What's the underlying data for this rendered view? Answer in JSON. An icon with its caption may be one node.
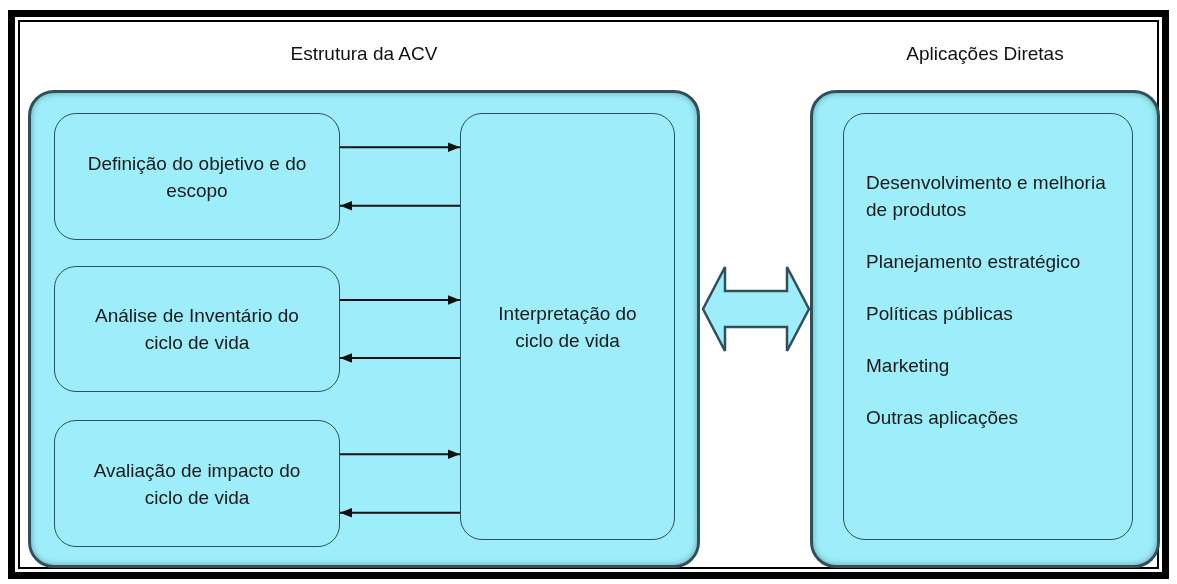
{
  "diagram": {
    "nodes": [
      {
        "text": [
          "Estrutura da ACV"
        ]
      },
      {
        "text": [
          "Definição do objetivo e do escopo"
        ],
        "in": 0
      },
      {
        "text": [
          "Análise de Inventário do ciclo de vida"
        ],
        "in": 0
      },
      {
        "text": [
          "Avaliação de impacto do ciclo de vida"
        ],
        "in": 0
      },
      {
        "text": [
          "Interpretação do ciclo de vida"
        ],
        "in": 0
      },
      {
        "text": [
          "Aplicações Diretas"
        ]
      },
      {
        "text": [
          "Desenvolvimento e melhoria de produtos",
          "Planejamento estratégico",
          "Políticas públicas",
          "Marketing",
          "Outras aplicações"
        ],
        "in": 5
      }
    ],
    "edges": [
      {
        "from": 1,
        "to": 4,
        "arrow": "to"
      },
      {
        "from": 4,
        "to": 1,
        "arrow": "to"
      },
      {
        "from": 2,
        "to": 4,
        "arrow": "to"
      },
      {
        "from": 4,
        "to": 2,
        "arrow": "to"
      },
      {
        "from": 3,
        "to": 4,
        "arrow": "to"
      },
      {
        "from": 4,
        "to": 3,
        "arrow": "to"
      },
      {
        "from": 0,
        "to": 5,
        "arrow": "both",
        "style": "thick"
      }
    ]
  }
}
